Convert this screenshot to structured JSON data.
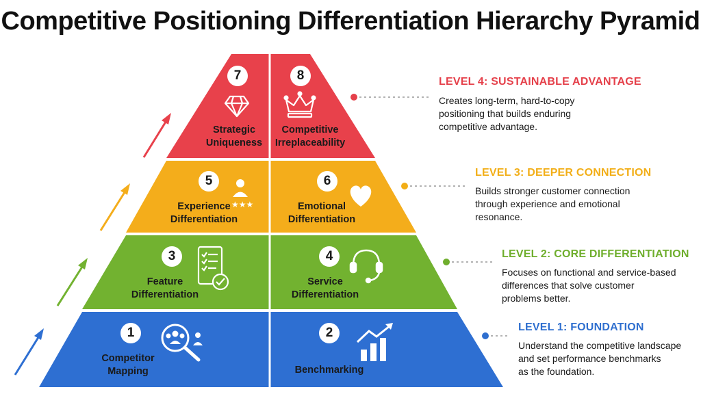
{
  "title": "Competitive Positioning Differentiation Hierarchy Pyramid",
  "cells": [
    {
      "number": "7",
      "label_lines": [
        "Strategic",
        "Uniqueness"
      ]
    },
    {
      "number": "8",
      "label_lines": [
        "Competitive",
        "Irreplaceability"
      ]
    },
    {
      "number": "5",
      "label_lines": [
        "Experience",
        "Differentiation"
      ]
    },
    {
      "number": "6",
      "label_lines": [
        "Emotional",
        "Differentiation"
      ]
    },
    {
      "number": "3",
      "label_lines": [
        "Feature",
        "Differentiation"
      ]
    },
    {
      "number": "4",
      "label_lines": [
        "Service",
        "Differentiation"
      ]
    },
    {
      "number": "1",
      "label_lines": [
        "Competitor",
        "Mapping"
      ]
    },
    {
      "number": "2",
      "label_lines": [
        "Benchmarking"
      ]
    }
  ],
  "levels": [
    {
      "title": "LEVEL 4: SUSTAINABLE ADVANTAGE",
      "color": "#e5404a",
      "desc_lines": [
        "Creates long-term, hard-to-copy",
        "positioning that builds enduring",
        "competitive advantage."
      ]
    },
    {
      "title": "LEVEL 3: DEEPER CONNECTION",
      "color": "#f2ae17",
      "desc_lines": [
        "Builds stronger customer connection",
        "through experience and emotional",
        "resonance."
      ]
    },
    {
      "title": "LEVEL 2: CORE DIFFERENTIATION",
      "color": "#6fae2d",
      "desc_lines": [
        "Focuses on functional and service-based",
        "differences that solve customer",
        "problems better."
      ]
    },
    {
      "title": "LEVEL 1: FOUNDATION",
      "color": "#2f6fcf",
      "desc_lines": [
        "Understand the competitive landscape",
        "and set performance benchmarks",
        "as the foundation."
      ]
    }
  ],
  "tier_colors": [
    "#e8414b",
    "#f4ad1b",
    "#72b230",
    "#2e6fd2"
  ],
  "icons": [
    "diamond-icon",
    "crown-icon",
    "user-stars-icon",
    "heart-icon",
    "checklist-icon",
    "headset-icon",
    "magnifier-people-icon",
    "growth-chart-icon"
  ]
}
